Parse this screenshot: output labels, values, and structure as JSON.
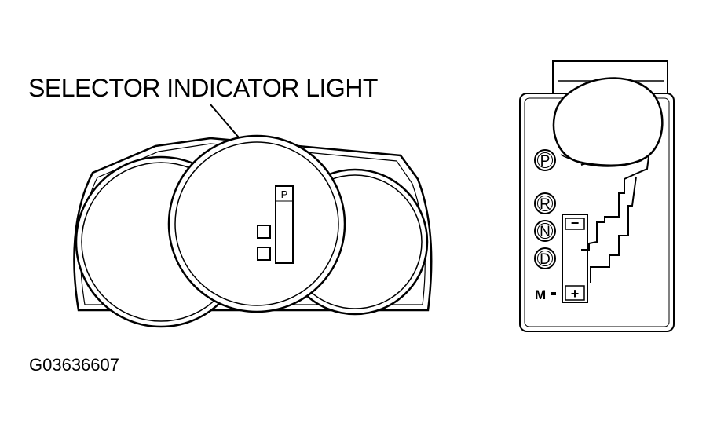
{
  "callout": {
    "label": "SELECTOR INDICATOR LIGHT"
  },
  "figure_id": "G03636607",
  "indicator": {
    "letter": "P"
  },
  "shifter": {
    "positions": [
      "P",
      "R",
      "N",
      "D"
    ],
    "manual_label": "M",
    "minus_sign": "−",
    "plus_sign": "+"
  }
}
